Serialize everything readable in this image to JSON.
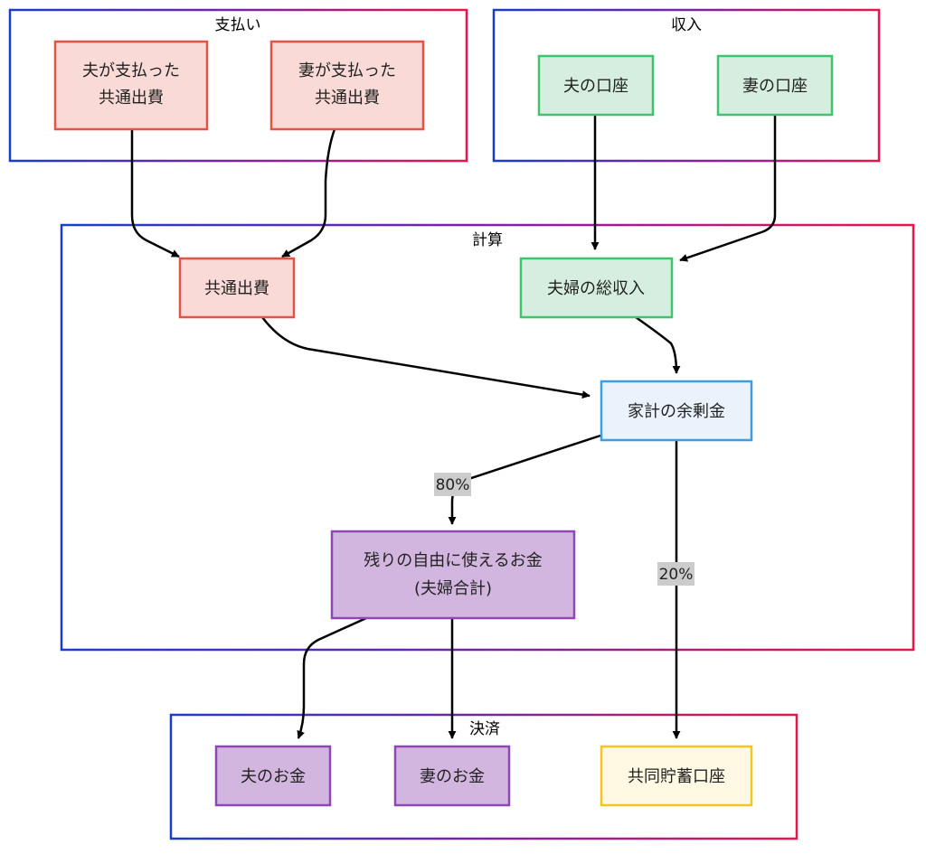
{
  "clusters": {
    "payments": {
      "title": "支払い"
    },
    "income": {
      "title": "収入"
    },
    "calculation": {
      "title": "計算"
    },
    "settlement": {
      "title": "決済"
    }
  },
  "nodes": {
    "husband_paid": {
      "line1": "夫が支払った",
      "line2": "共通出費"
    },
    "wife_paid": {
      "line1": "妻が支払った",
      "line2": "共通出費"
    },
    "husband_account": {
      "label": "夫の口座"
    },
    "wife_account": {
      "label": "妻の口座"
    },
    "common_expense": {
      "label": "共通出費"
    },
    "total_income": {
      "label": "夫婦の総収入"
    },
    "household_surplus": {
      "label": "家計の余剰金"
    },
    "free_money": {
      "line1": "残りの自由に使えるお金",
      "line2": "(夫婦合計)"
    },
    "husband_money": {
      "label": "夫のお金"
    },
    "wife_money": {
      "label": "妻のお金"
    },
    "joint_savings": {
      "label": "共同貯蓄口座"
    }
  },
  "edge_labels": {
    "to_free_money": "80%",
    "to_savings": "20%"
  },
  "colors": {
    "cluster_gradient_start": "#1a3ccc",
    "cluster_gradient_mid": "#7a22a8",
    "cluster_gradient_end": "#e8154a",
    "red_fill": "#fadad7",
    "red_stroke": "#e05545",
    "green_fill": "#d6eedf",
    "green_stroke": "#3ec46d",
    "blue_fill": "#eaf3fc",
    "blue_stroke": "#3d9de0",
    "purple_fill": "#d3b6df",
    "purple_stroke": "#8f47b5",
    "yellow_fill": "#fff8e3",
    "yellow_stroke": "#f2c523",
    "label_bg": "#cccccc"
  }
}
